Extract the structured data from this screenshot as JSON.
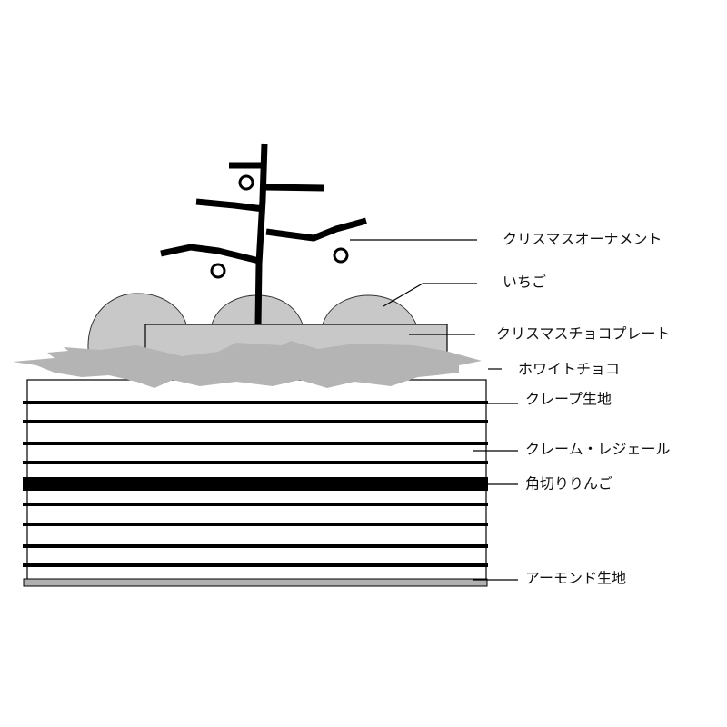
{
  "diagram": {
    "title": "Christmas cake cross-section",
    "labels": {
      "ornament": "クリスマスオーナメント",
      "strawberry": "いちご",
      "plate": "クリスマスチョコプレート",
      "white_chocolate": "ホワイトチョコ",
      "crepe": "クレープ生地",
      "creme": "クレーム・レジェール",
      "apple": "角切りりんご",
      "almond": "アーモンド生地"
    },
    "colors": {
      "strawberry": "#c8c8c8",
      "plate": "#c8c8c8",
      "white_chocolate": "#b4b4b4",
      "almond": "#b0b0b0",
      "ink": "#000000"
    }
  }
}
